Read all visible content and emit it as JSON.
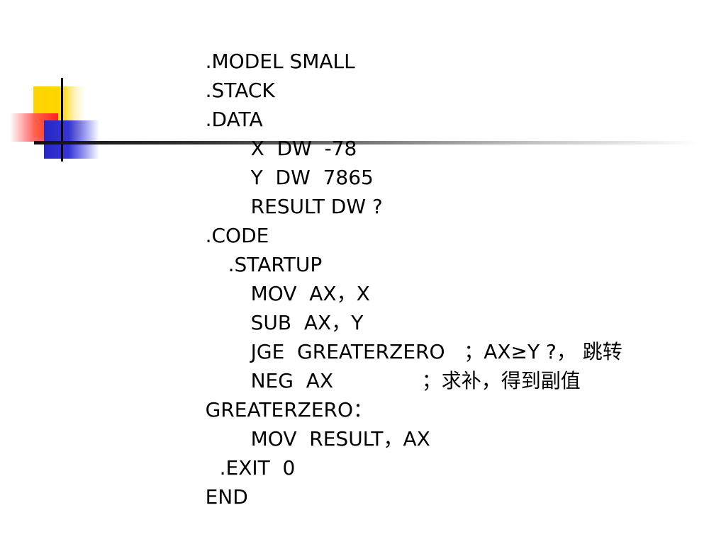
{
  "code_lines": [
    {
      "text": ".MODEL SMALL",
      "comment": ""
    },
    {
      "text": ".STACK",
      "comment": ""
    },
    {
      "text": ".DATA",
      "comment": ""
    },
    {
      "text": "X  DW  -78",
      "comment": ""
    },
    {
      "text": "Y  DW  7865",
      "comment": ""
    },
    {
      "text": "RESULT DW ?",
      "comment": ""
    },
    {
      "text": ".CODE",
      "comment": ""
    },
    {
      "text": ".STARTUP",
      "comment": ""
    },
    {
      "text": "MOV  AX，X",
      "comment": ""
    },
    {
      "text": "SUB  AX，Y",
      "comment": ""
    },
    {
      "text": "JGE  GREATERZERO   ",
      "comment": "；AX≥Y ?， 跳转"
    },
    {
      "text": "NEG  AX              ",
      "comment": "；求补，得到副值"
    },
    {
      "text": "GREATERZERO：",
      "comment": ""
    },
    {
      "text": "MOV  RESULT，AX",
      "comment": ""
    },
    {
      "text": ".EXIT  0",
      "comment": ""
    },
    {
      "text": "END",
      "comment": ""
    }
  ],
  "decor": {
    "yellow": "#ffd200",
    "red": "#ff2020",
    "blue": "#2727c8",
    "line": "#111111"
  }
}
